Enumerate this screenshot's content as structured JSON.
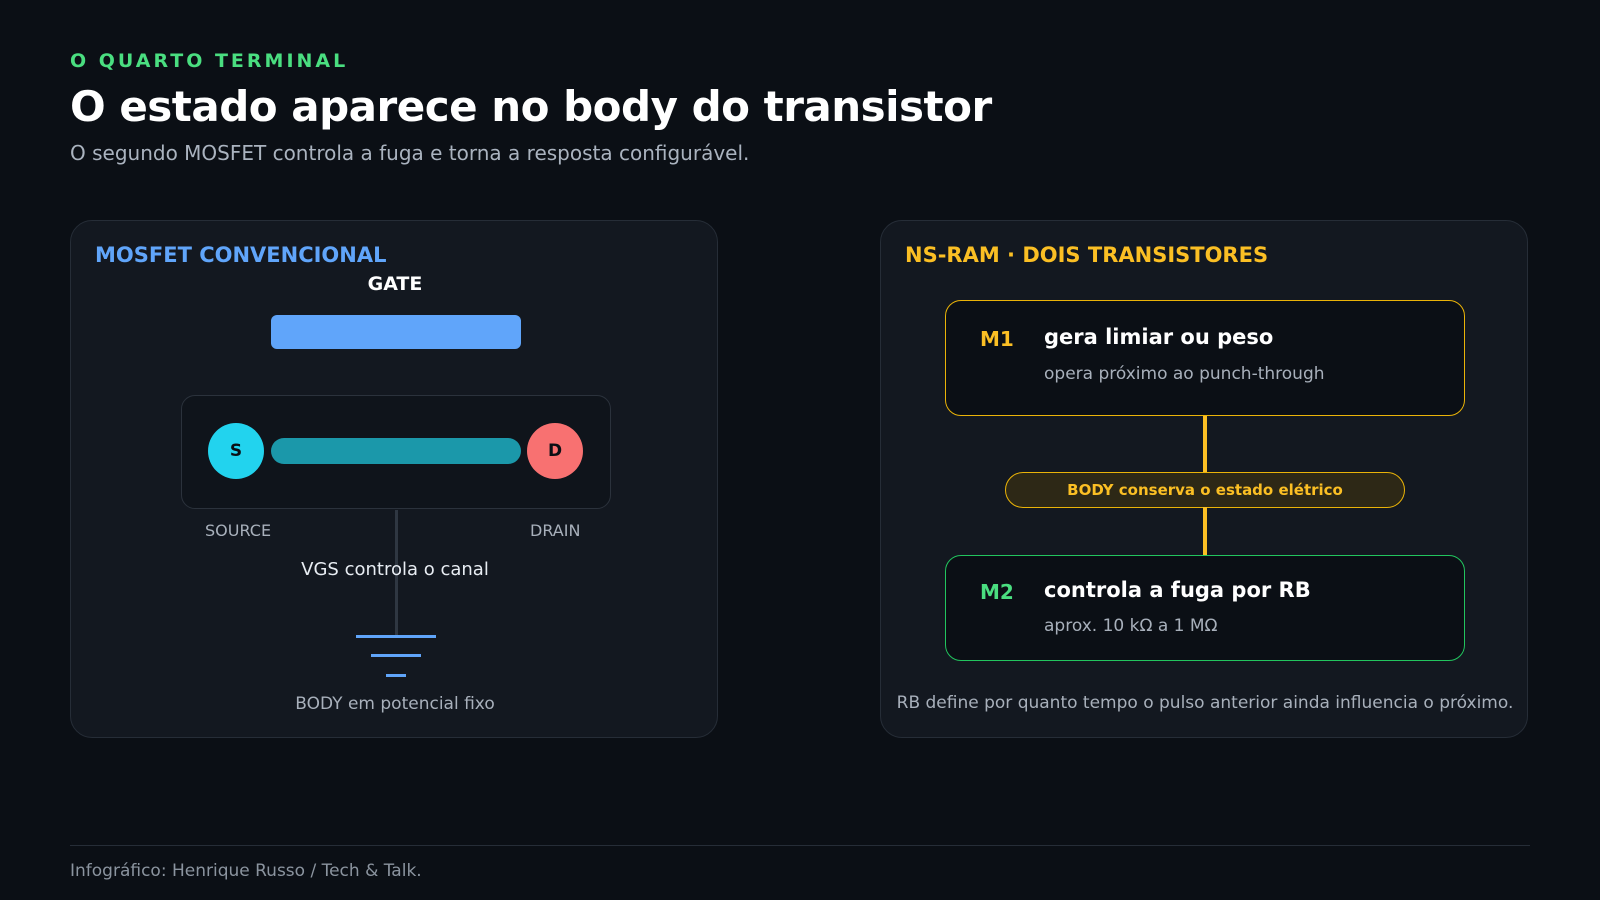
{
  "header": {
    "kicker": "O QUARTO TERMINAL",
    "title": "O estado aparece no body do transistor",
    "subtitle": "O segundo MOSFET controla a fuga e torna a resposta configurável."
  },
  "left_panel": {
    "title": "MOSFET CONVENCIONAL",
    "gate_label": "GATE",
    "source_letter": "S",
    "drain_letter": "D",
    "source_label": "SOURCE",
    "drain_label": "DRAIN",
    "vgs_label": "VGS controla o canal",
    "body_label": "BODY em potencial fixo"
  },
  "right_panel": {
    "title": "NS-RAM · DOIS TRANSISTORES",
    "m1": {
      "tag": "M1",
      "title": "gera limiar ou peso",
      "subtitle": "opera próximo ao punch-through"
    },
    "body_pill": "BODY conserva o estado elétrico",
    "m2": {
      "tag": "M2",
      "title": "controla a fuga por RB",
      "subtitle": "aprox. 10 kΩ a 1 MΩ"
    },
    "note": "RB define por quanto tempo o pulso anterior ainda influencia o próximo."
  },
  "footer": {
    "credit": "Infográfico: Henrique Russo / Tech & Talk."
  },
  "colors": {
    "accent_green": "#4ade80",
    "accent_blue": "#60a5fa",
    "accent_yellow": "#fbbf24",
    "source": "#22d3ee",
    "drain": "#f87171",
    "channel": "#1b98aa"
  }
}
